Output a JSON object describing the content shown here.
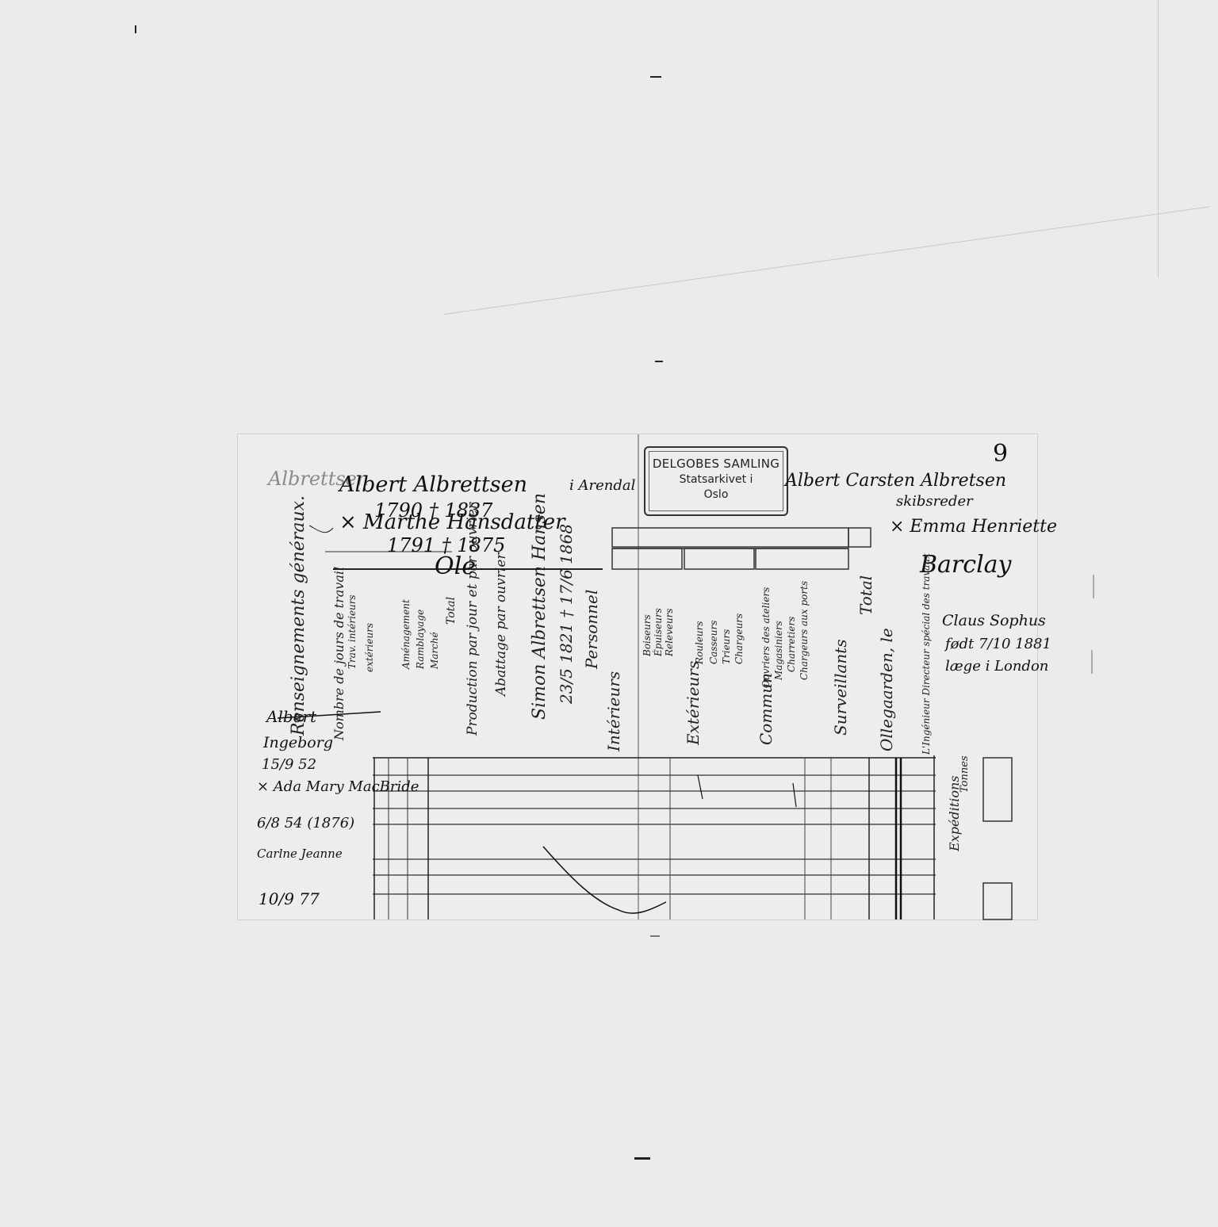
{
  "stamp": {
    "line1": "DELGOBES SAMLING",
    "line2": "Statsarkivet i",
    "line3": "Oslo"
  },
  "page_number": "9",
  "left_entry": {
    "surname_margin": "Albrettsen",
    "name": "Albert Albrettsen",
    "place": "i Arendal",
    "dates": "1790 † 1837",
    "spouse": "× Marthe Hansdatter",
    "spouse_dates": "1791 † 1875",
    "child": "Ole",
    "child_name": "Simon Albrettsen Hansen",
    "child_dates": "23/5 1821 † 17/6 1868"
  },
  "right_entry": {
    "name": "Albert Carsten Albretsen",
    "title": "skibsreder",
    "spouse": "× Emma Henriette",
    "spouse_surname": "Barclay",
    "child": "Claus Sophus",
    "child_dates": "født 7/10 1881",
    "child_note": "læge i London"
  },
  "bottom_entries": {
    "line1": "Albert",
    "line2": "Ingeborg",
    "line3": "15/9 52",
    "line4": "× Ada Mary MacBride",
    "line5": "6/8 54 (1876)",
    "line6": "Carlne Jeanne",
    "line7": "10/9 77"
  },
  "form_headers": {
    "renseignements": "Renseignements généraux.",
    "jours": "Nombre de jours de travail",
    "travaux": [
      "Trav. intérieurs",
      "extérieurs",
      "Aménagement",
      "Ramblayage",
      "Marché",
      "Total"
    ],
    "production": "Production par jour et par ouvrier",
    "abattage": "Abattage par ouvrier",
    "personnel": "Personnel",
    "interieurs": "Intérieurs",
    "interieurs_cols": [
      "Boiseurs",
      "Épuiseurs",
      "Releveurs"
    ],
    "exterieurs": "Extérieurs",
    "exterieurs_cols": [
      "Rouleurs",
      "Casseurs",
      "Trieurs",
      "Chargeurs"
    ],
    "commun": "Commun",
    "commun_cols": [
      "Ouvriers des ateliers",
      "Magasiniers",
      "Charretiers",
      "Chargeurs aux ports"
    ],
    "surveillants": "Surveillants",
    "total": "Total",
    "date_line": "Ollegaarden, le",
    "ingenieur": "L'Ingénieur Directeur spécial des travaux",
    "expedition": "Expéditions",
    "tonnes": "Tonnes"
  }
}
